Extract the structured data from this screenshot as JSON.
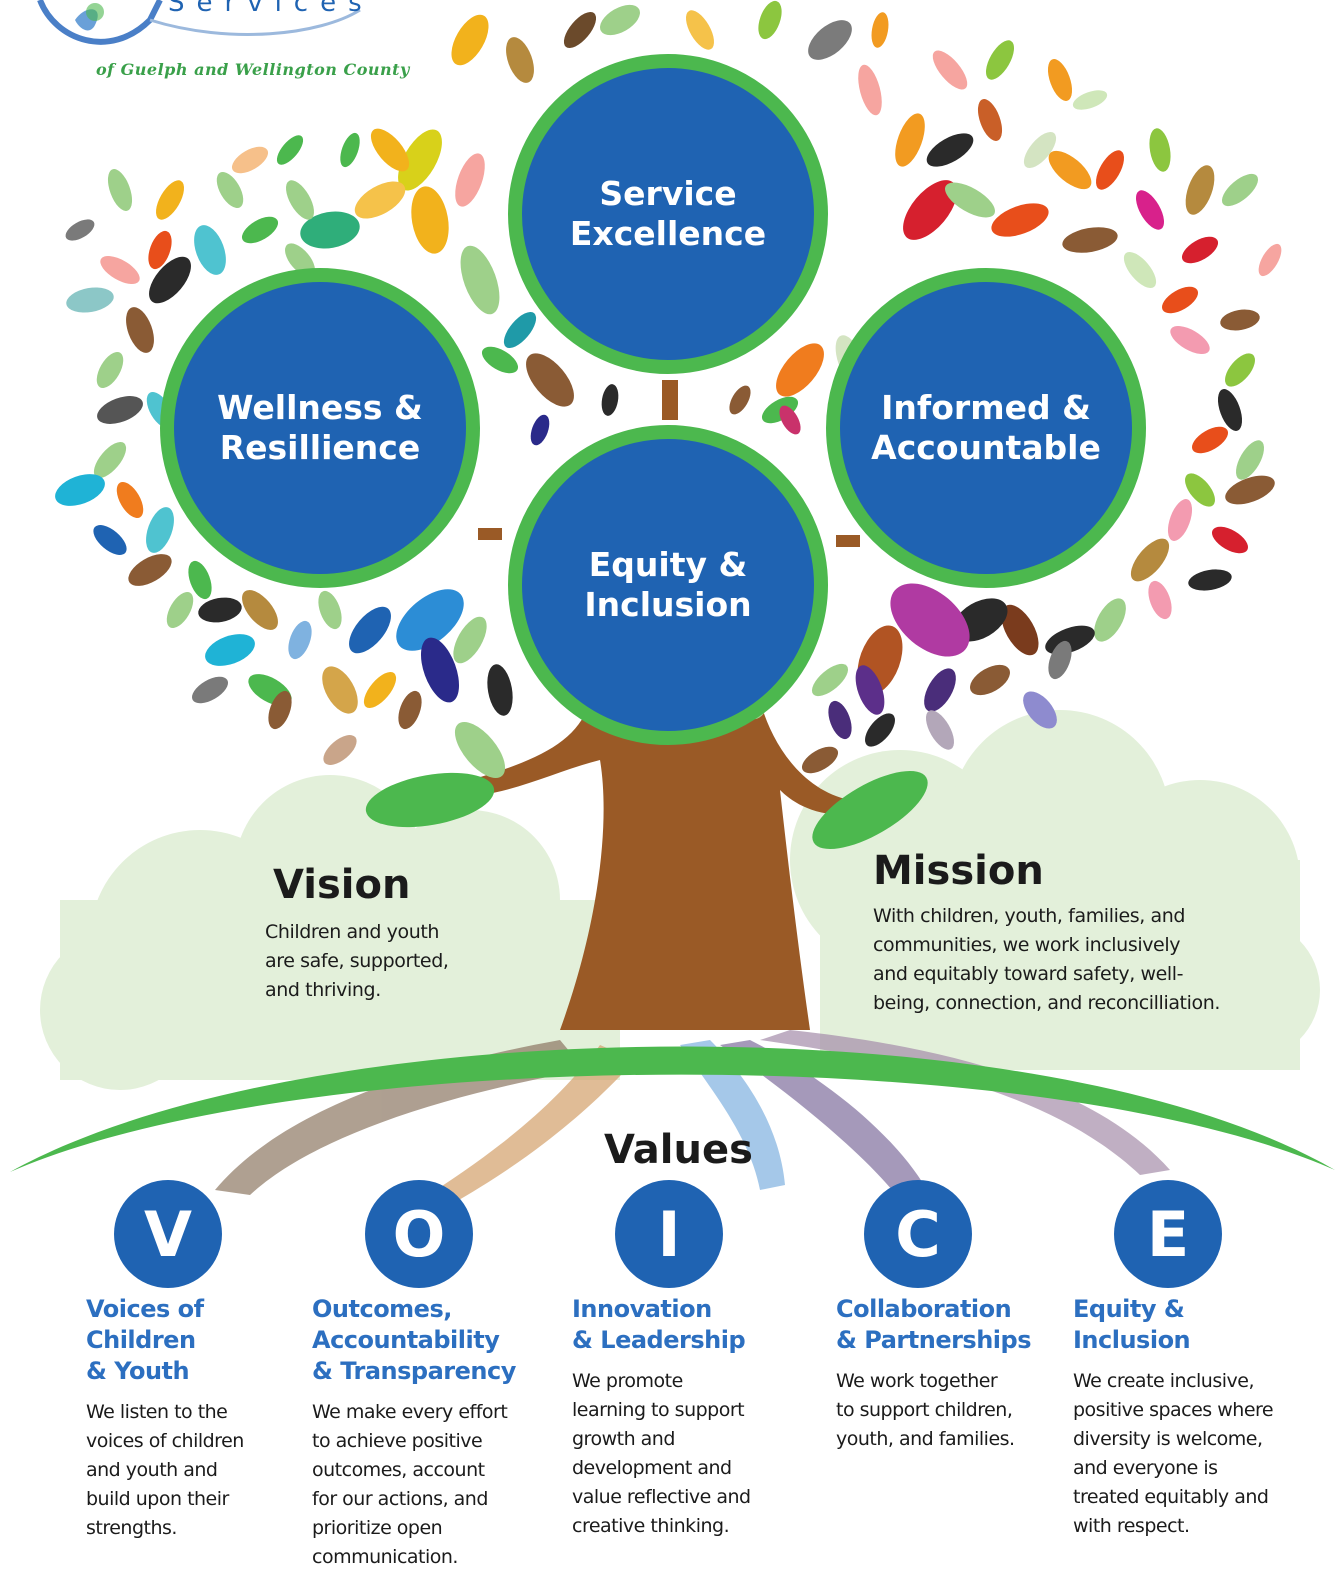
{
  "logo": {
    "word": "Services",
    "subtitle": "of Guelph and Wellington County"
  },
  "pillars": [
    {
      "label": "Service\nExcellence"
    },
    {
      "label": "Wellness &\nResillience"
    },
    {
      "label": "Informed &\nAccountable"
    },
    {
      "label": "Equity &\nInclusion"
    }
  ],
  "vision": {
    "heading": "Vision",
    "text": "Children and youth\nare safe, supported,\nand thriving."
  },
  "mission": {
    "heading": "Mission",
    "text": "With children, youth, families, and\ncommunities, we work inclusively\nand equitably toward safety, well-\nbeing, connection, and reconcilliation."
  },
  "values_heading": "Values",
  "values": [
    {
      "letter": "V",
      "title": "Voices of\nChildren\n& Youth",
      "text": "We listen to the\nvoices of children\nand youth and\nbuild upon their\nstrengths."
    },
    {
      "letter": "O",
      "title": "Outcomes,\nAccountability\n& Transparency",
      "text": "We make every effort\nto achieve positive\noutcomes, account\nfor our actions, and\nprioritize open\ncommunication."
    },
    {
      "letter": "I",
      "title": "Innovation\n& Leadership",
      "text": "We promote\nlearning to support\ngrowth and\ndevelopment and\nvalue reflective and\ncreative thinking."
    },
    {
      "letter": "C",
      "title": "Collaboration\n& Partnerships",
      "text": "We work together\nto support children,\nyouth, and families."
    },
    {
      "letter": "E",
      "title": "Equity &\nInclusion",
      "text": "We create inclusive,\npositive spaces where\ndiversity is welcome,\nand everyone is\ntreated equitably and\nwith respect."
    }
  ],
  "colors": {
    "circle_blue": "#1f63b2",
    "ring_green": "#4cb84e",
    "trunk_brown": "#9a5a26",
    "title_blue": "#2c6fc0",
    "cloud_green": "#e3f0da"
  }
}
